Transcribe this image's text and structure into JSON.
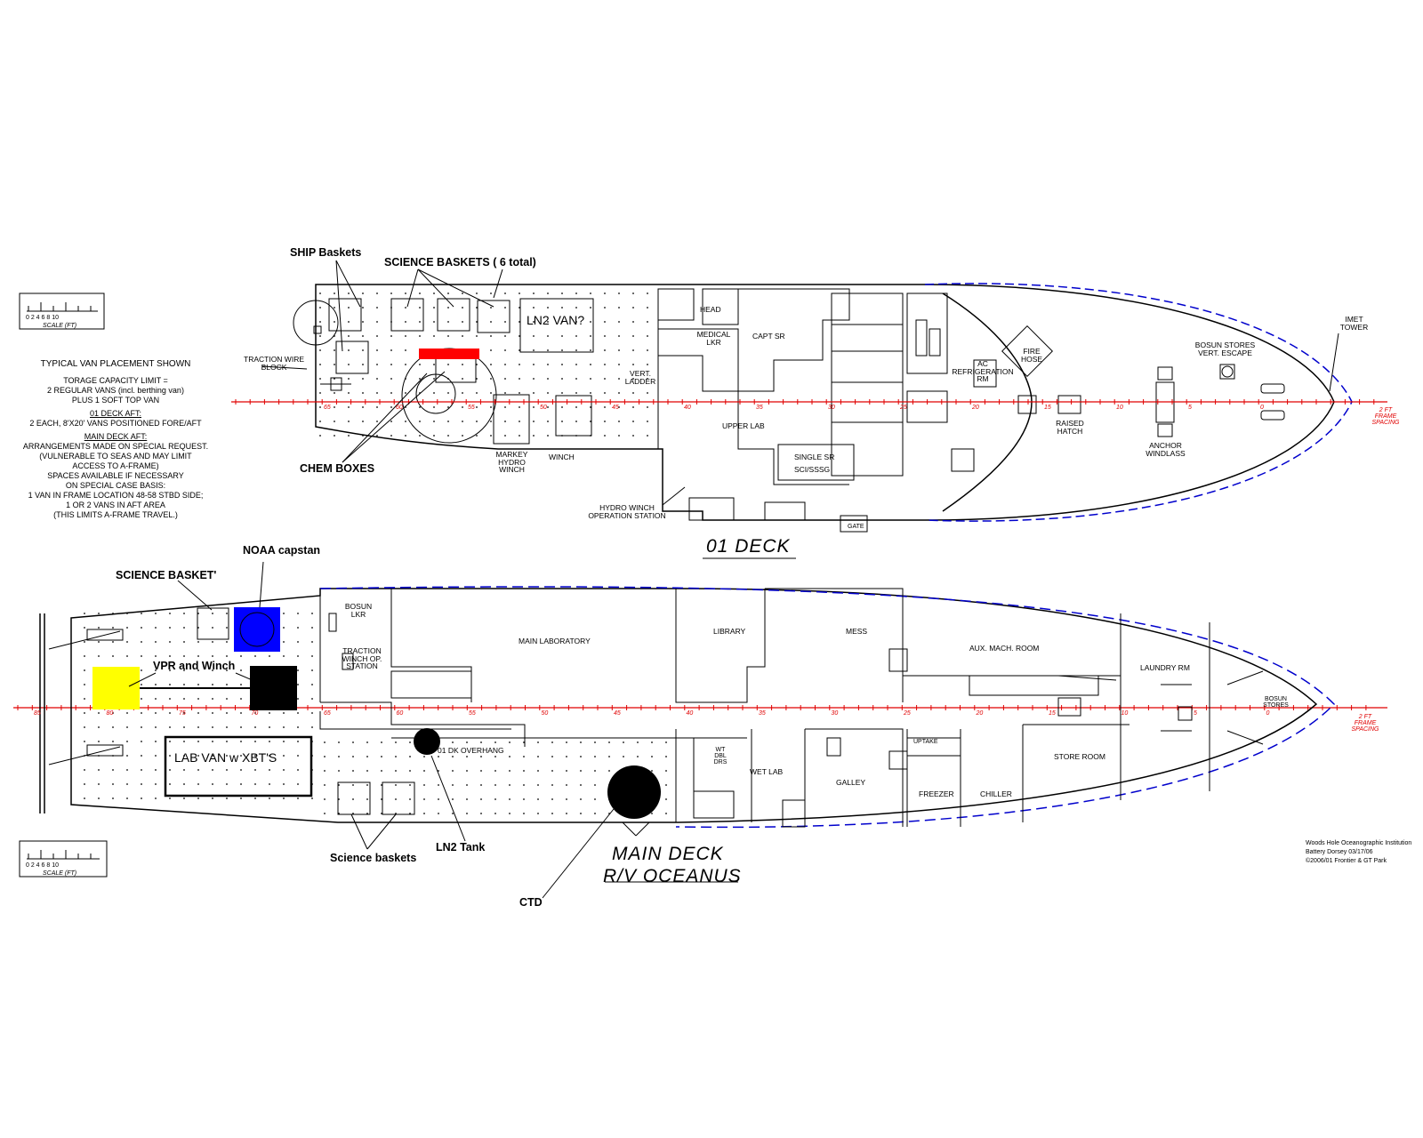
{
  "scale_bars": {
    "top": {
      "ticks": "0 2 4 6 8 10",
      "label": "SCALE (FT)"
    },
    "bottom": {
      "ticks": "0 2 4 6 8 10",
      "label": "SCALE (FT)"
    }
  },
  "notes": {
    "title": "TYPICAL VAN PLACEMENT SHOWN",
    "line1": "TORAGE CAPACITY LIMIT =",
    "line2": "2 REGULAR VANS (incl. berthing van)",
    "line3": "PLUS 1 SOFT TOP VAN",
    "line4": "01 DECK AFT:",
    "line5": "2 EACH, 8'X20' VANS POSITIONED FORE/AFT",
    "line6": "MAIN DECK AFT:",
    "line7": "ARRANGEMENTS MADE ON SPECIAL REQUEST.",
    "line8": "(VULNERABLE TO SEAS AND MAY LIMIT",
    "line9": "ACCESS TO A-FRAME)",
    "line10": "SPACES AVAILABLE IF NECESSARY",
    "line11": "ON SPECIAL CASE BASIS:",
    "line12": "1 VAN IN FRAME LOCATION 48-58 STBD SIDE;",
    "line13": "1 OR 2 VANS IN AFT AREA",
    "line14": "(THIS LIMITS A-FRAME TRAVEL.)"
  },
  "annotations": {
    "ship_baskets": "SHIP Baskets",
    "science_baskets_6": "SCIENCE BASKETS ( 6 total)",
    "ln2_van": "LN2 VAN?",
    "chem_boxes": "CHEM BOXES",
    "noaa_capstan": "NOAA capstan",
    "science_basket": "SCIENCE BASKET'",
    "vpr_winch": "VPR and Winch",
    "lab_van": "LAB VAN w XBT'S",
    "science_baskets": "Science baskets",
    "ln2_tank": "LN2 Tank",
    "ctd": "CTD",
    "overhang": "01 DK OVERHANG"
  },
  "deck01": {
    "title": "01 DECK",
    "traction_wire_block": "TRACTION WIRE BLOCK",
    "markey": "MARKEY HYDRO WINCH",
    "winch": "WINCH",
    "hydro_station": "HYDRO WINCH OPERATION STATION",
    "vert_ladder": "VERT. LADDER",
    "head": "HEAD",
    "medical": "MEDICAL LKR",
    "capt": "CAPT SR",
    "upper_lab": "UPPER LAB",
    "single_sr": "SINGLE SR",
    "sci_sssg": "SCI/SSSG",
    "ac_refrig": "AC REFRIGERATION RM",
    "fire_hose": "FIRE HOSE",
    "raised_hatch": "RAISED HATCH",
    "anchor": "ANCHOR WINDLASS",
    "bosun_stores": "BOSUN STORES VERT. ESCAPE",
    "imet": "IMET TOWER",
    "frame_spacing": "2 FT FRAME SPACING",
    "gate": "GATE",
    "frames": [
      "65",
      "60",
      "55",
      "50",
      "45",
      "40",
      "35",
      "30",
      "25",
      "20",
      "15",
      "10",
      "5",
      "0"
    ]
  },
  "main": {
    "title": "MAIN  DECK",
    "subtitle": "R/V OCEANUS",
    "bosun_lkr": "BOSUN LKR",
    "traction_winch": "TRACTION WINCH OP. STATION",
    "main_lab": "MAIN LABORATORY",
    "library": "LIBRARY",
    "mess": "MESS",
    "aux": "AUX. MACH. ROOM",
    "laundry": "LAUNDRY RM",
    "bosun_stores": "BOSUN STORES",
    "wet_lab": "WET LAB",
    "galley": "GALLEY",
    "freezer": "FREEZER",
    "chiller": "CHILLER",
    "store_room": "STORE ROOM",
    "uptake": "UPTAKE",
    "wt_dbl": "WT DBL DRS",
    "frame_spacing": "2 FT FRAME SPACING",
    "frames": [
      "85",
      "80",
      "75",
      "70",
      "65",
      "60",
      "55",
      "50",
      "45",
      "40",
      "35",
      "30",
      "25",
      "20",
      "15",
      "10",
      "5",
      "0"
    ]
  },
  "credits": {
    "line1": "Woods Hole Oceanographic Institution",
    "line2": "Battery Dorsey    03/17/06",
    "line3": "©2006/01 Frontier & GT Park"
  },
  "colors": {
    "centerline": "#e00000",
    "outline_blue": "#0000cc",
    "van_red": "#ff0000",
    "capstan_blue": "#0000ff",
    "vpr_yellow": "#ffff00"
  }
}
